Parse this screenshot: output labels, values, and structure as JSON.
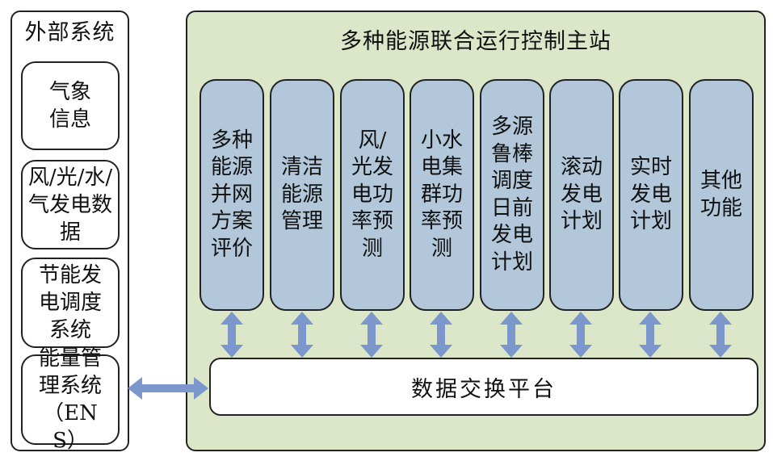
{
  "external": {
    "title": "外部系统",
    "items": [
      {
        "label": "气象信息"
      },
      {
        "label": "风/光/水/气发电数据"
      },
      {
        "label": "节能发电调度系统"
      },
      {
        "label": "能量管理系统（ENS）"
      }
    ]
  },
  "master": {
    "title": "多种能源联合运行控制主站",
    "modules": [
      {
        "label": "多种能源并网方案评价"
      },
      {
        "label": "清洁能源管理"
      },
      {
        "label": "风/光发电功率预测"
      },
      {
        "label": "小水电集群功率预测"
      },
      {
        "label": "多源鲁棒调度日前发电计划"
      },
      {
        "label": "滚动发电计划"
      },
      {
        "label": "实时发电计划"
      },
      {
        "label": "其他功能"
      }
    ],
    "platform": {
      "label": "数据交换平台"
    }
  },
  "colors": {
    "master_bg": "#dce6c8",
    "module_bg": "#b2c7d9",
    "arrow": "#7b97cb",
    "border": "#222222"
  }
}
